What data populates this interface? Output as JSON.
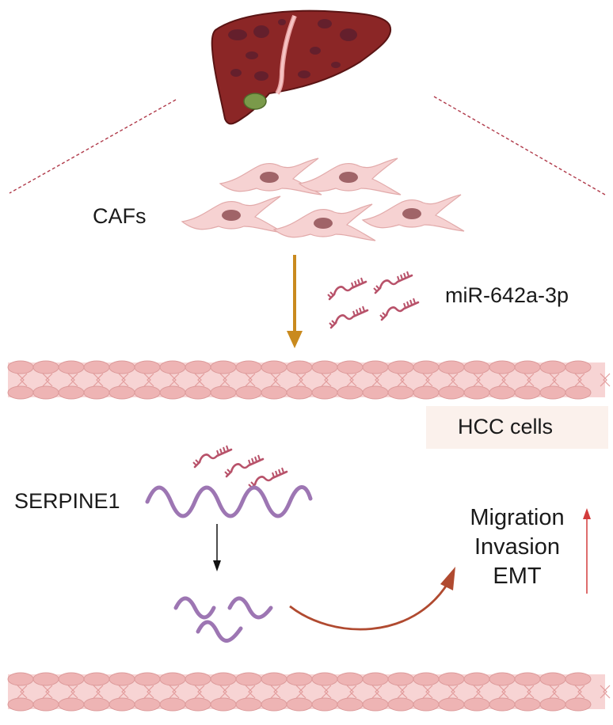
{
  "labels": {
    "cafs": "CAFs",
    "mirna": "miR-642a-3p",
    "hcc_cells": "HCC cells",
    "gene": "SERPINE1"
  },
  "outcomes": [
    "Migration",
    "Invasion",
    "EMT"
  ],
  "colors": {
    "liver": "#8b2626",
    "liver_spots": "#5e1e2e",
    "gallbladder": "#7a9a4a",
    "caf_cell": "#f6d2d2",
    "caf_nucleus": "#a06468",
    "membrane": "#e6a4a4",
    "mirna": "#b8526a",
    "mrna": "#9d76b3",
    "orange_arrow": "#c98a1e",
    "curved_arrow": "#b04a30",
    "up_arrow": "#d23c3c",
    "dashed_lines": "#b03a4a"
  },
  "icons": [
    "liver-icon",
    "caf-cell-icon",
    "mirna-icon",
    "membrane-icon",
    "mrna-icon",
    "arrow-icon"
  ]
}
